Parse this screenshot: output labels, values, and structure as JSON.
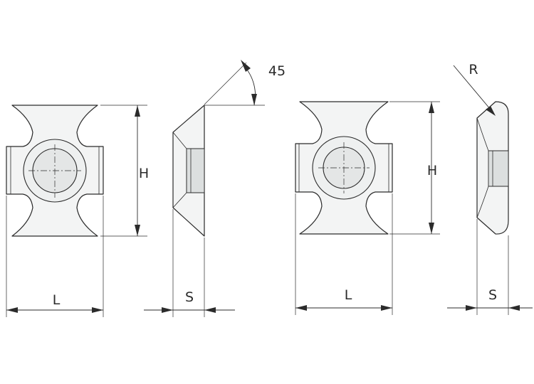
{
  "labels": {
    "length_left": "L",
    "height_left": "H",
    "thickness_left": "S",
    "angle": "45",
    "length_right": "L",
    "height_right": "H",
    "radius": "R",
    "thickness_right": "S"
  },
  "colors": {
    "line": "#2b2b2b",
    "face": "#f3f4f4",
    "hole": "#e4e6e6"
  }
}
